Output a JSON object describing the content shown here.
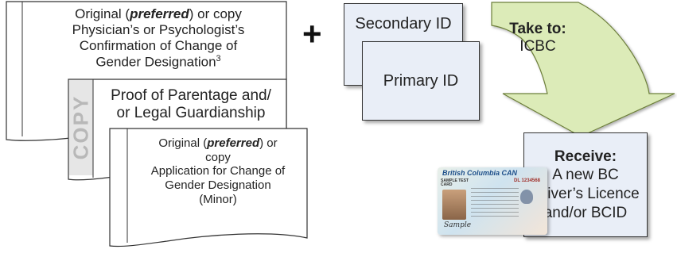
{
  "doc1": {
    "line1_pre": "Original (",
    "line1_em": "preferred",
    "line1_post": ") or copy",
    "line2": "Physician’s or Psychologist’s",
    "line3": "Confirmation of Change of",
    "line4": "Gender Designation",
    "sup": "3"
  },
  "doc2": {
    "line1": "Proof of Parentage and/",
    "line2": "or Legal Guardianship",
    "stamp": "COPY"
  },
  "doc3": {
    "line1_pre": "Original (",
    "line1_em": "preferred",
    "line1_post": ") or",
    "line2": "copy",
    "line3": "Application for Change of",
    "line4": "Gender Designation",
    "line5": "(Minor)"
  },
  "plus_sign": "+",
  "secondary_id": "Secondary ID",
  "primary_id": "Primary ID",
  "take_to": {
    "label": "Take to:",
    "place": "ICBC"
  },
  "receive": {
    "label": "Receive:",
    "line1": "A new BC",
    "line2": "Driver’s Licence",
    "line3": "and/or BCID"
  },
  "license_card": {
    "header": "British Columbia",
    "country": "CAN",
    "card_type": "SAMPLE TEST CARD",
    "dl_number": "DL 1234568",
    "signature": "Sample"
  },
  "colors": {
    "doc_fill": "#ffffff",
    "id_fill": "#e9eef7",
    "arrow_fill": "#dcebb8",
    "receive_fill": "#e9eef7",
    "stamp_grey": "#b8b8b8"
  }
}
